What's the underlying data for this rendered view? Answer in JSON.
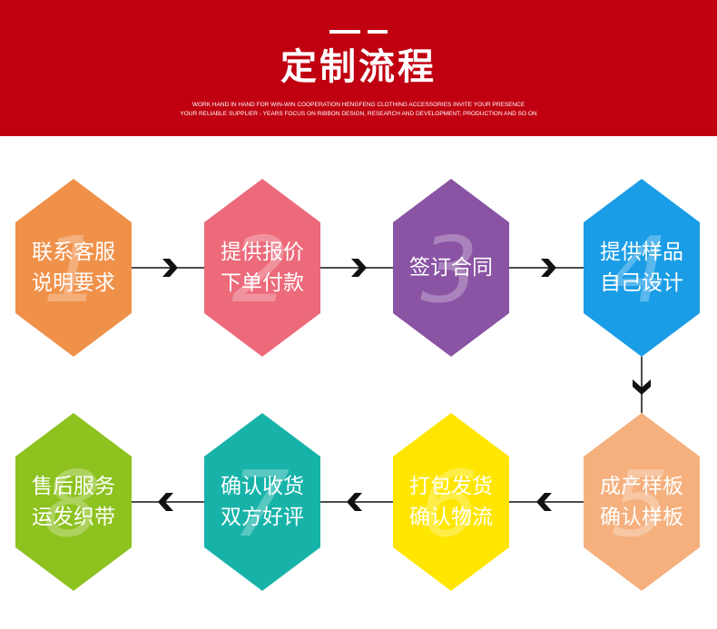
{
  "header": {
    "title": "定制流程",
    "subtitle_line1": "WORK HAND IN HAND FOR WIN-WIN COOPERATION  HENGFENG CLOTHING ACCESSORIES INVITE YOUR PRESENCE",
    "subtitle_line2": "YOUR RELIABLE SUPPLIER - YEARS FOCUS ON RIBBON DESIGN, RESEARCH AND DEVELOPMENT, PRODUCTION AND SO ON",
    "colors": {
      "banner": "#c00010",
      "text": "#ffffff"
    }
  },
  "steps": [
    {
      "num": "1",
      "lines": [
        "联系客服",
        "说明要求"
      ],
      "color": "#f0914a"
    },
    {
      "num": "2",
      "lines": [
        "提供报价",
        "下单付款"
      ],
      "color": "#ec6a7a"
    },
    {
      "num": "3",
      "lines": [
        "签订合同"
      ],
      "color": "#8a53a4"
    },
    {
      "num": "4",
      "lines": [
        "提供样品",
        "自己设计"
      ],
      "color": "#1a9de6"
    },
    {
      "num": "5",
      "lines": [
        "成产样板",
        "确认样板"
      ],
      "color": "#f5b07e"
    },
    {
      "num": "6",
      "lines": [
        "打包发货",
        "确认物流"
      ],
      "color": "#ffe600"
    },
    {
      "num": "7",
      "lines": [
        "确认收货",
        "双方好评"
      ],
      "color": "#17b3a9"
    },
    {
      "num": "8",
      "lines": [
        "售后服务",
        "运发织带"
      ],
      "color": "#8dc21f"
    }
  ],
  "connector_color": "#111111"
}
